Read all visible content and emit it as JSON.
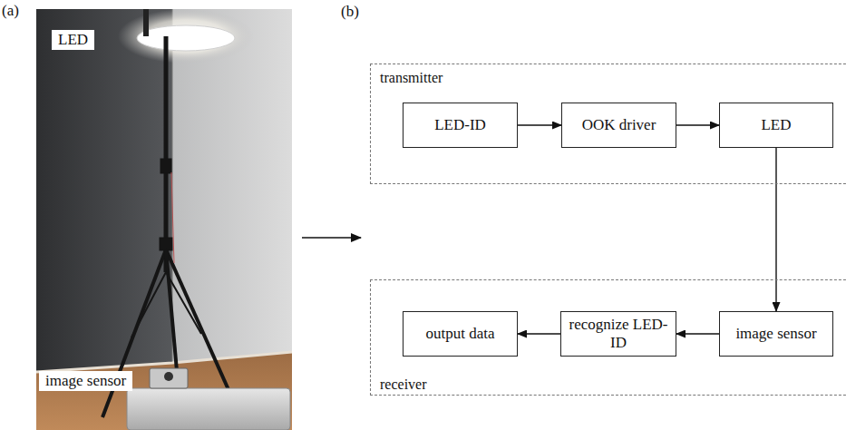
{
  "diagram": {
    "nodes": [
      {
        "text": [
          "transmitter"
        ]
      },
      {
        "text": [
          "LED-ID"
        ],
        "in": 0
      },
      {
        "text": [
          "OOK driver"
        ],
        "in": 0
      },
      {
        "text": [
          "LED"
        ],
        "in": 0
      },
      {
        "text": [
          "receiver"
        ]
      },
      {
        "text": [
          "output data"
        ],
        "in": 4
      },
      {
        "text": [
          "recognize LED-ID"
        ],
        "in": 4
      },
      {
        "text": [
          "image sensor"
        ],
        "in": 4
      }
    ],
    "edges": [
      {
        "from": 1,
        "to": 2,
        "arrow": "to"
      },
      {
        "from": 2,
        "to": 3,
        "arrow": "to"
      },
      {
        "from": 3,
        "to": 7,
        "arrow": "to"
      },
      {
        "from": 7,
        "to": 6,
        "arrow": "to"
      },
      {
        "from": 6,
        "to": 5,
        "arrow": "to"
      }
    ],
    "labels": [
      "(a)",
      "(b)",
      "LED",
      "image sensor"
    ]
  }
}
